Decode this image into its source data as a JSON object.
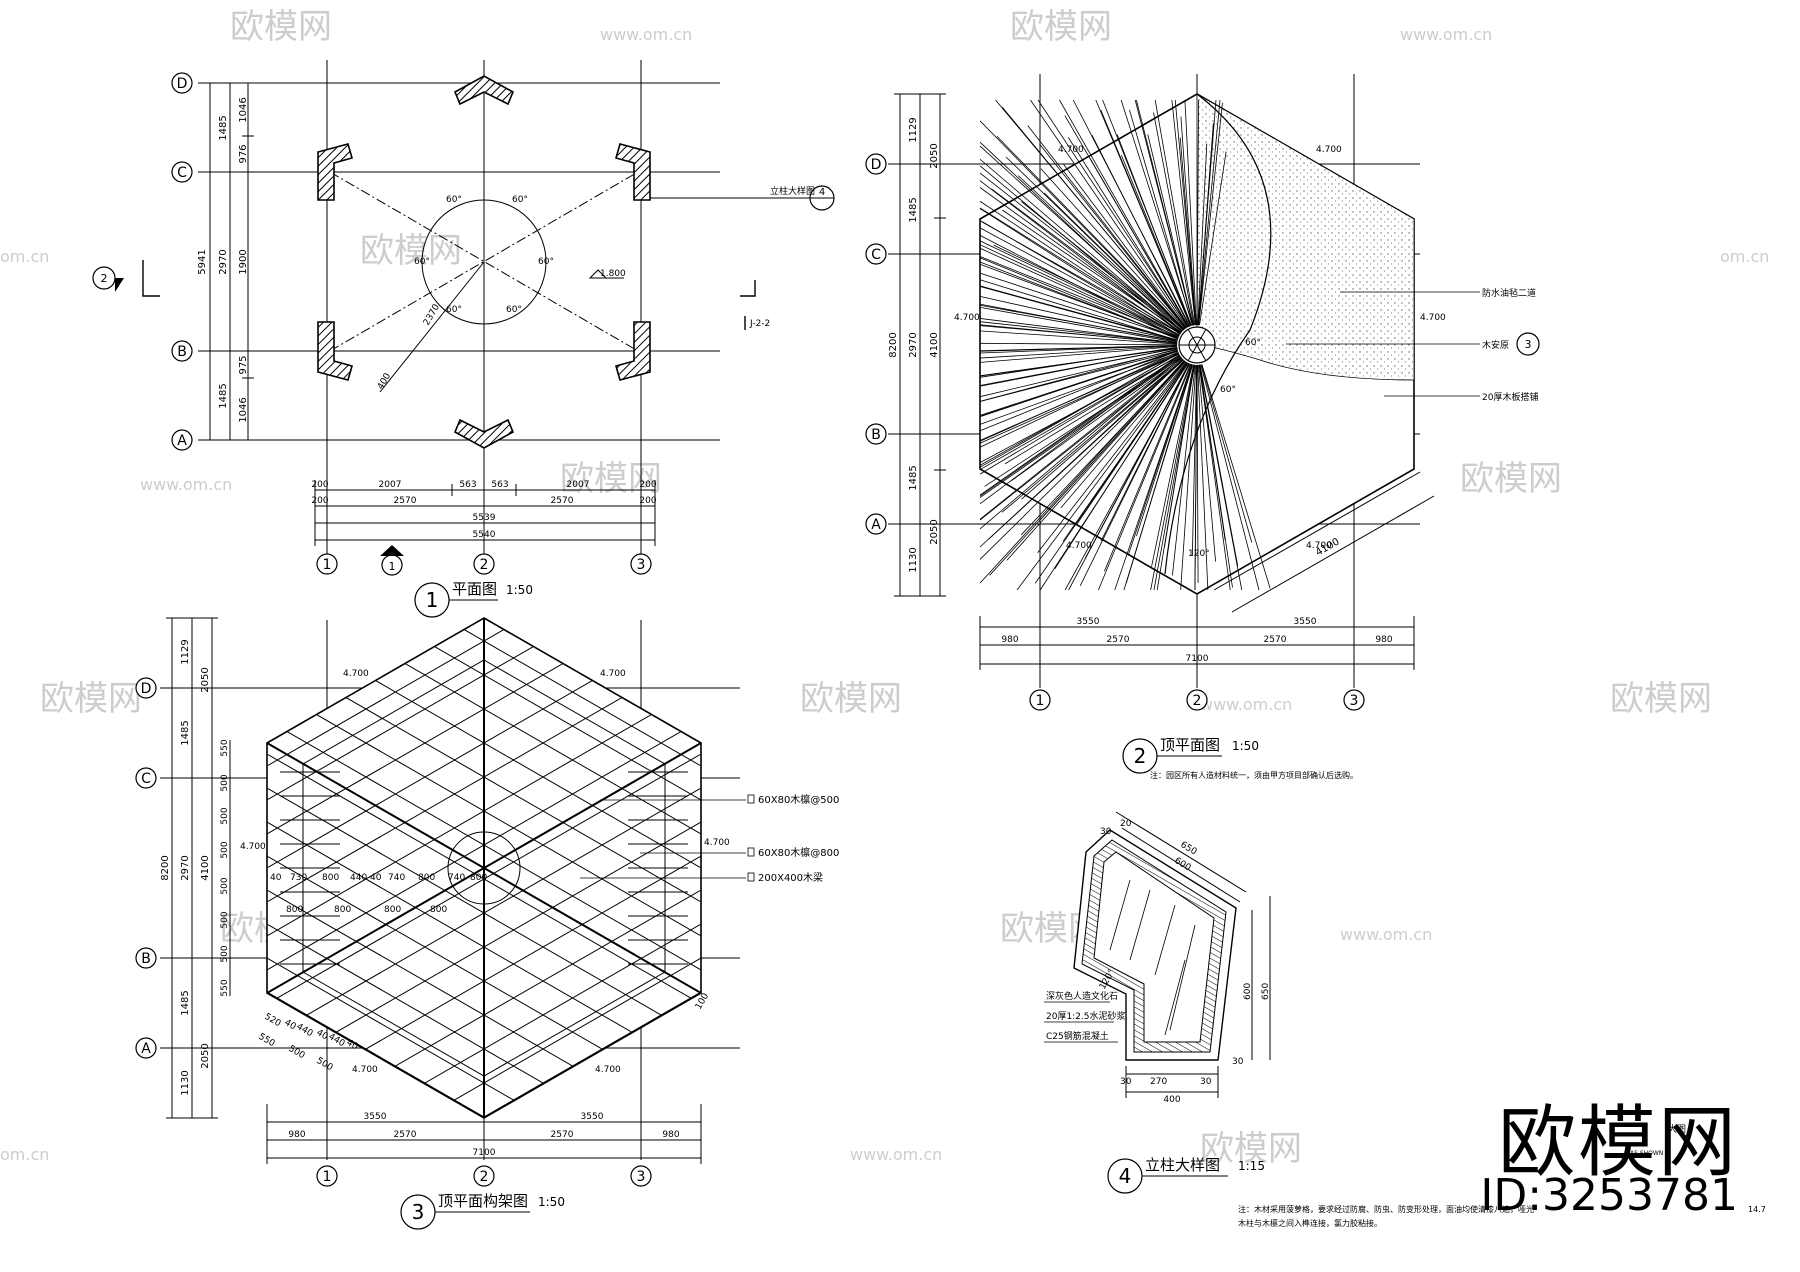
{
  "watermark": {
    "brand": "欧模网",
    "url_full": "www.om.cn",
    "url_short": "om.cn"
  },
  "brand": {
    "name": "欧模网",
    "id": "ID:3253781"
  },
  "grid": {
    "letters": [
      "A",
      "B",
      "C",
      "D"
    ],
    "numbers": [
      "1",
      "2",
      "3"
    ]
  },
  "plan1": {
    "title": "平面图",
    "scale": "1:50",
    "number": "1",
    "left_dims": {
      "total": "5941",
      "outer": [
        "1485",
        "2970",
        "1485"
      ],
      "inner": [
        "1046",
        "976",
        "1900",
        "975",
        "1046"
      ]
    },
    "bottom_dims": {
      "row1": [
        "200",
        "2007",
        "563",
        "563",
        "2007",
        "200"
      ],
      "row2": [
        "200",
        "2570",
        "2570",
        "200"
      ],
      "row3": "5539",
      "row4": "5540"
    },
    "angles": [
      "60°",
      "60°",
      "60°",
      "60°",
      "60°",
      "60°"
    ],
    "diag_dims": [
      "2370",
      "400"
    ],
    "level": "1.800",
    "section_tag": "J-2-2",
    "section_marks": [
      "2",
      "1",
      "1"
    ],
    "callout": {
      "label": "立柱大样图",
      "num": "4"
    }
  },
  "plan2": {
    "title": "顶平面图",
    "scale": "1:50",
    "number": "2",
    "note": "注：园区所有人造材料统一，须由甲方项目部确认后选购。",
    "left_dims": {
      "total": "8200",
      "outer": [
        "1129",
        "1485",
        "2970",
        "1485",
        "1130"
      ],
      "inner": [
        "2050",
        "4100",
        "2050"
      ]
    },
    "bottom_dims": {
      "row1": [
        "3550",
        "3550"
      ],
      "row2": [
        "980",
        "2570",
        "2570",
        "980"
      ],
      "row3": "7100"
    },
    "levels": [
      "4.700",
      "4.700",
      "4.700",
      "4.700",
      "4.700",
      "4.700"
    ],
    "angles": [
      "60°",
      "60°",
      "120°"
    ],
    "diag_dim": "4100",
    "labels": [
      "防水油毡二道",
      "木安原",
      "20厚木板搭铺"
    ],
    "callout_num": "3"
  },
  "plan3": {
    "title": "顶平面构架图",
    "scale": "1:50",
    "number": "3",
    "left_dims": {
      "total": "8200",
      "outer": [
        "1129",
        "1485",
        "2970",
        "1485",
        "1130"
      ],
      "mid": [
        "2050",
        "4100",
        "2050"
      ],
      "inner": [
        "550",
        "500",
        "500",
        "500",
        "500",
        "500",
        "500",
        "550"
      ]
    },
    "bottom_dims": {
      "row1": [
        "3550",
        "3550"
      ],
      "row2": [
        "980",
        "2570",
        "2570",
        "980"
      ],
      "row3": "7100"
    },
    "levels": [
      "4.700",
      "4.700",
      "4.700",
      "4.700",
      "4.700",
      "4.700"
    ],
    "row_dims_a": [
      "40",
      "730",
      "800",
      "440",
      "40",
      "740",
      "800",
      "740",
      "800"
    ],
    "row_dims_b": [
      "800",
      "800",
      "800",
      "800"
    ],
    "diag_dims": [
      "520",
      "40",
      "440",
      "40",
      "440",
      "40",
      "550",
      "500",
      "500"
    ],
    "right_dim": "100",
    "labels": [
      "60X80木檩@500",
      "60X80木檩@800",
      "200X400木梁"
    ]
  },
  "detail4": {
    "title": "立柱大样图",
    "scale": "1:15",
    "number": "4",
    "top_dims": [
      "650",
      "600",
      "30",
      "20"
    ],
    "right_dims": [
      "600",
      "650",
      "30"
    ],
    "bottom_dims": [
      "30",
      "270",
      "30",
      "400"
    ],
    "angle": "120°",
    "layers": [
      "深灰色人造文化石",
      "20厚1:2.5水泥砂浆",
      "C25钢筋混凝土"
    ],
    "note": [
      "注：木材采用菠萝格，要求经过防腐、防虫、防变形处理，面油均使清漆八遍，哑光",
      "木柱与木檩之间入榫连接，氯力胶粘接。"
    ]
  },
  "titleblock": {
    "scale_label": "AS SHOWN",
    "fragment": "大图",
    "date_fragment": "14.7"
  }
}
